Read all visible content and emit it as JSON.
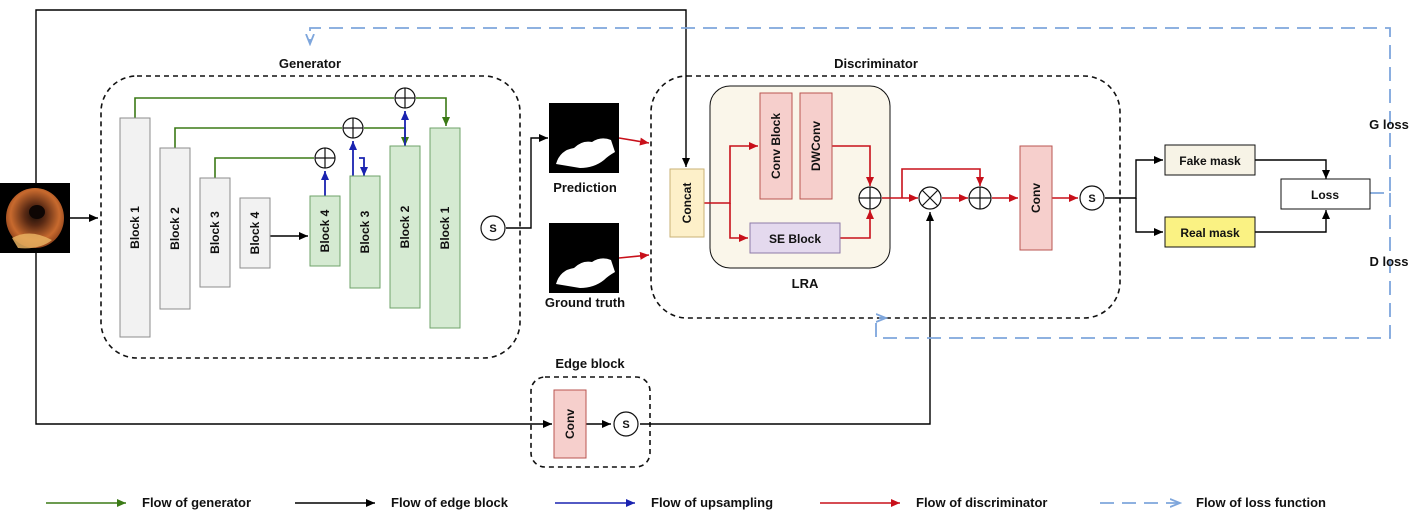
{
  "groups": {
    "generator": "Generator",
    "discriminator": "Discriminator",
    "edge_block": "Edge block",
    "lra": "LRA"
  },
  "encoder": [
    "Block 1",
    "Block 2",
    "Block 3",
    "Block 4"
  ],
  "decoder": [
    "Block 4",
    "Block 3",
    "Block 2",
    "Block 1"
  ],
  "images": {
    "prediction": "Prediction",
    "ground_truth": "Ground truth"
  },
  "modules": {
    "concat": "Concat",
    "conv_block": "Conv Block",
    "dwconv": "DWConv",
    "se_block": "SE Block",
    "disc_conv": "Conv",
    "edge_conv": "Conv",
    "fake_mask": "Fake mask",
    "real_mask": "Real mask",
    "loss": "Loss"
  },
  "symbols": {
    "sigmoid": "S",
    "add": "⊕",
    "multiply": "⊗"
  },
  "loss_labels": {
    "g_loss": "G loss",
    "d_loss": "D loss"
  },
  "legend": [
    {
      "label": "Flow of generator",
      "color": "#3b7a16",
      "style": "solid"
    },
    {
      "label": "Flow of edge block",
      "color": "#000000",
      "style": "solid"
    },
    {
      "label": "Flow of upsampling",
      "color": "#1a23b0",
      "style": "solid"
    },
    {
      "label": "Flow of discriminator",
      "color": "#c8101a",
      "style": "solid"
    },
    {
      "label": "Flow of loss function",
      "color": "#7ea6dc",
      "style": "dashed"
    }
  ],
  "colors": {
    "generator_flow": "#3b7a16",
    "edge_flow": "#000000",
    "upsampling_flow": "#1a23b0",
    "discriminator_flow": "#c8101a",
    "loss_flow": "#7ea6dc",
    "encoder_fill": "#f2f2f2",
    "decoder_fill": "#d5ead2",
    "conv_fill": "#f6cfcc",
    "concat_fill": "#fdf0c9",
    "se_fill": "#e4d9ee",
    "fake_mask_fill": "#f7f3e6",
    "real_mask_fill": "#faf283",
    "lra_fill": "#faf6ea"
  }
}
